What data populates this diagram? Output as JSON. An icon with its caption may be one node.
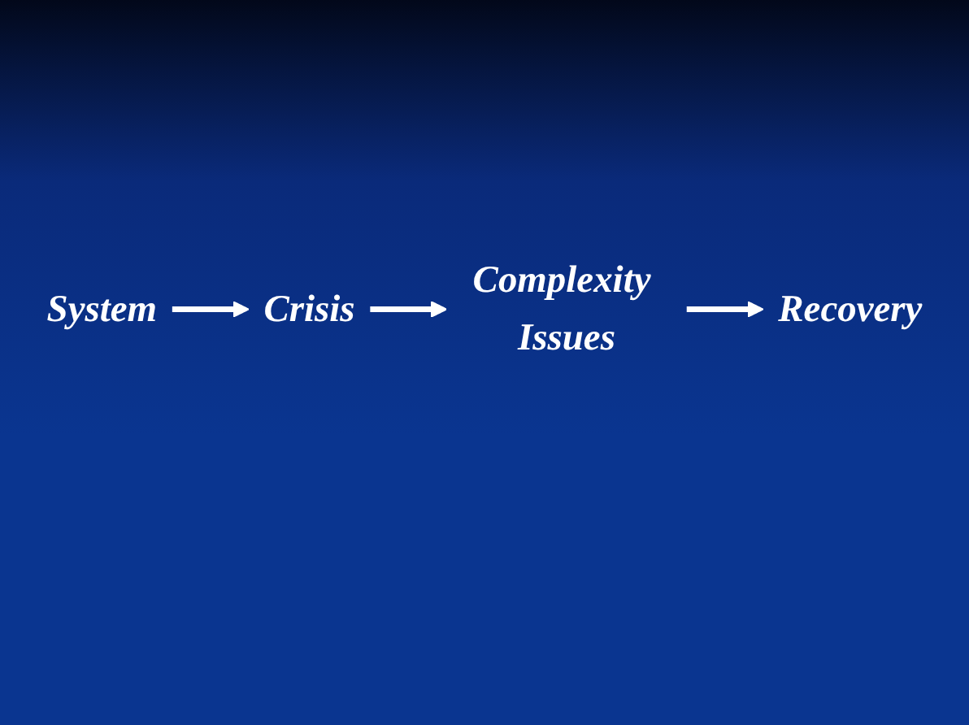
{
  "diagram": {
    "nodes": [
      {
        "text": [
          "System"
        ]
      },
      {
        "text": [
          "Crisis"
        ]
      },
      {
        "text": [
          "Complexity Issues"
        ]
      },
      {
        "text": [
          "Recovery"
        ]
      }
    ],
    "edges": [
      {
        "from": 0,
        "to": 1,
        "arrow": "to"
      },
      {
        "from": 1,
        "to": 2,
        "arrow": "to"
      },
      {
        "from": 2,
        "to": 3,
        "arrow": "to"
      }
    ]
  }
}
